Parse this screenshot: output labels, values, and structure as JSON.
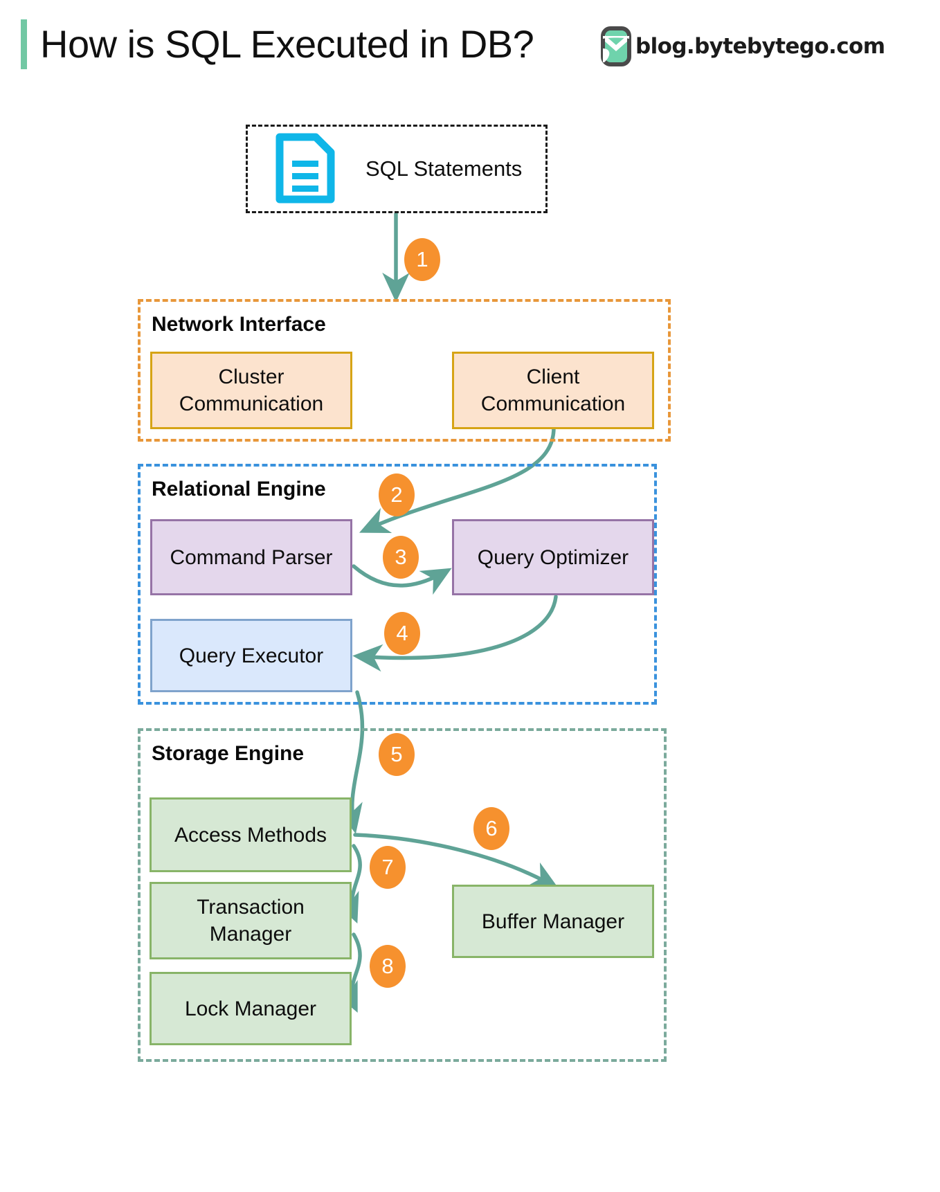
{
  "header": {
    "title": "How is SQL Executed in DB?",
    "brand_text": "blog.bytebytego.com",
    "accent_color": "#72C8A4"
  },
  "colors": {
    "arrow": "#5FA396",
    "badge": "#F6912E",
    "network_border": "#E8973A",
    "relational_border": "#3A92DD",
    "storage_border": "#7BAA9C",
    "orange_fill": "#FCE3CE",
    "orange_stroke": "#D6A416",
    "purple_fill": "#E4D7EC",
    "purple_stroke": "#9673A6",
    "blue_fill": "#DAE8FC",
    "blue_stroke": "#7FA3CC",
    "green_fill": "#D6E8D4",
    "green_stroke": "#88B468",
    "doc_icon": "#0FB6E8"
  },
  "source": {
    "label": "SQL Statements",
    "icon": "document-icon"
  },
  "groups": [
    {
      "id": "network",
      "label": "Network Interface"
    },
    {
      "id": "relational",
      "label": "Relational Engine"
    },
    {
      "id": "storage",
      "label": "Storage Engine"
    }
  ],
  "nodes": {
    "cluster_communication": "Cluster\nCommunication",
    "client_communication": "Client\nCommunication",
    "command_parser": "Command Parser",
    "query_optimizer": "Query Optimizer",
    "query_executor": "Query Executor",
    "access_methods": "Access Methods",
    "transaction_manager": "Transaction\nManager",
    "lock_manager": "Lock Manager",
    "buffer_manager": "Buffer Manager"
  },
  "steps": [
    {
      "n": "1",
      "from": "SQL Statements",
      "to": "Network Interface"
    },
    {
      "n": "2",
      "from": "Client Communication",
      "to": "Command Parser"
    },
    {
      "n": "3",
      "from": "Command Parser",
      "to": "Query Optimizer"
    },
    {
      "n": "4",
      "from": "Query Optimizer",
      "to": "Query Executor"
    },
    {
      "n": "5",
      "from": "Query Executor",
      "to": "Access Methods"
    },
    {
      "n": "6",
      "from": "Access Methods",
      "to": "Buffer Manager"
    },
    {
      "n": "7",
      "from": "Access Methods",
      "to": "Transaction Manager"
    },
    {
      "n": "8",
      "from": "Transaction Manager",
      "to": "Lock Manager"
    }
  ],
  "chart_data": {
    "type": "diagram",
    "title": "How is SQL Executed in DB?",
    "flow": [
      "SQL Statements -> Network Interface",
      "Client Communication -> Command Parser",
      "Command Parser -> Query Optimizer",
      "Query Optimizer -> Query Executor",
      "Query Executor -> Access Methods",
      "Access Methods -> Buffer Manager",
      "Access Methods -> Transaction Manager",
      "Transaction Manager -> Lock Manager"
    ]
  }
}
